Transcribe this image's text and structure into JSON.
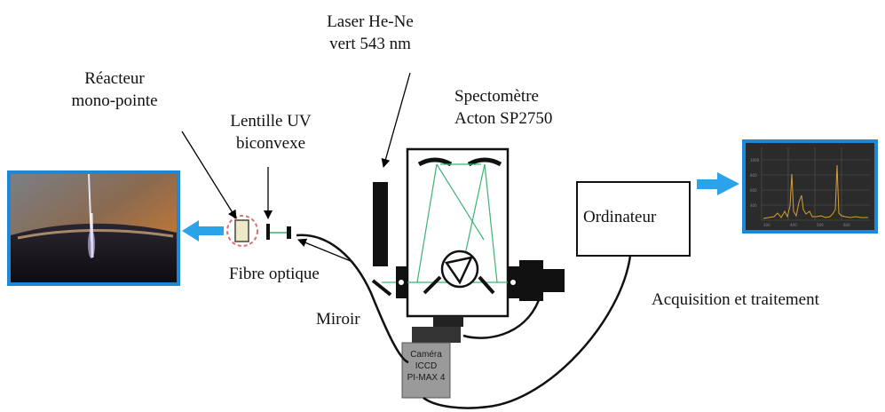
{
  "labels": {
    "laser_line1": "Laser He-Ne",
    "laser_line2": "vert 543 nm",
    "reactor_line1": "Réacteur",
    "reactor_line2": "mono-pointe",
    "lens_line1": "Lentille UV",
    "lens_line2": "biconvexe",
    "spectro_line1": "Spectomètre",
    "spectro_line2": "Acton SP2750",
    "ordinateur": "Ordinateur",
    "fibre": "Fibre optique",
    "miroir": "Miroir",
    "acquisition": "Acquisition et traitement",
    "camera_line1": "Caméra",
    "camera_line2": "ICCD",
    "camera_line3": "PI-MAX 4"
  },
  "colors": {
    "arrow_blue": "#2aa3e8",
    "beam_green": "#3cb371",
    "plot_bg": "#2b2b2b",
    "plot_frame": "#1e88d8",
    "spectrum": "#d9a030",
    "camera_body": "#9a9a9a"
  },
  "icons": {
    "plasma_photo": "photo-plasma-reactor",
    "spectrum_plot": "spectrum-screenshot"
  }
}
